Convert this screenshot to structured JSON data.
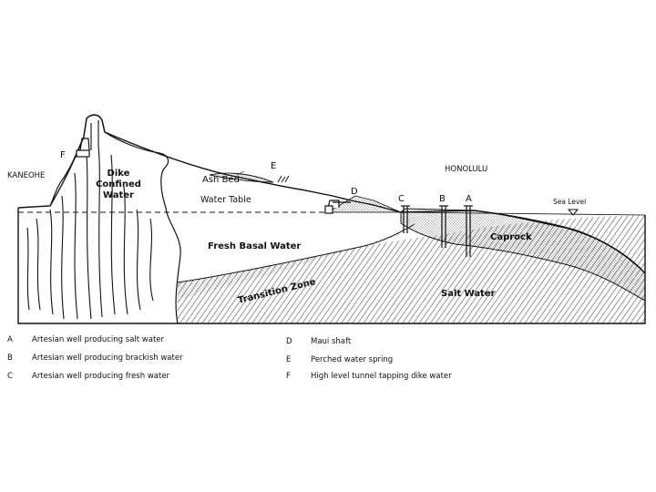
{
  "labels": {
    "kaneohe": "KANEOHE",
    "honolulu": "HONOLULU",
    "dike_line1": "Dike",
    "dike_line2": "Confined",
    "dike_line3": "Water",
    "ash_bed": "Ash Bed",
    "water_table": "Water Table",
    "fresh_basal": "Fresh Basal Water",
    "transition_zone": "Transition Zone",
    "salt_water": "Salt Water",
    "caprock": "Caprock",
    "sea_level": "Sea Level",
    "well_a": "A",
    "well_b": "B",
    "well_c": "C",
    "shaft_d": "D",
    "spring_e": "E",
    "tunnel_f": "F"
  },
  "legend": {
    "left": [
      {
        "key": "A",
        "text": "Artesian well producing salt water"
      },
      {
        "key": "B",
        "text": "Artesian well producing brackish water"
      },
      {
        "key": "C",
        "text": "Artesian well producing fresh water"
      }
    ],
    "right": [
      {
        "key": "D",
        "text": "Maui shaft"
      },
      {
        "key": "E",
        "text": "Perched water spring"
      },
      {
        "key": "F",
        "text": "High level tunnel tapping dike water"
      }
    ]
  },
  "colors": {
    "ink": "#111111",
    "background": "#ffffff"
  }
}
